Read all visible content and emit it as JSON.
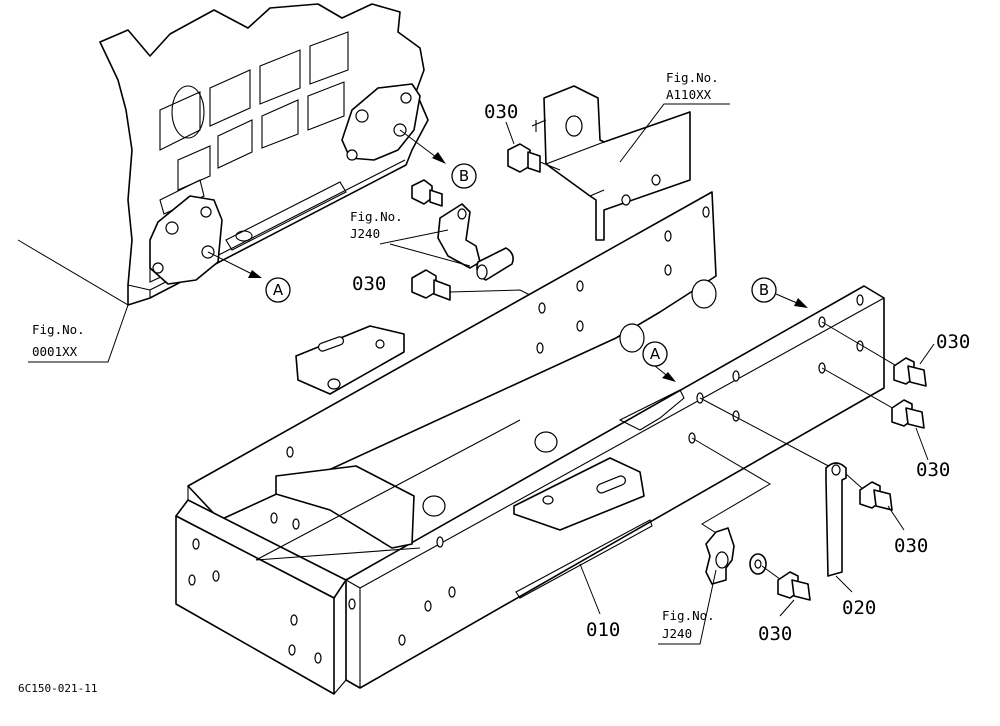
{
  "part_numbers": {
    "p010": "010",
    "p020": "020",
    "p030": "030"
  },
  "fig_refs": {
    "prefix": "Fig.No.",
    "engine": "0001XX",
    "bracket": "A110XX",
    "clamp": "J240"
  },
  "markers": {
    "a": "A",
    "b": "B"
  },
  "drawing_code": "6C150-021-11"
}
